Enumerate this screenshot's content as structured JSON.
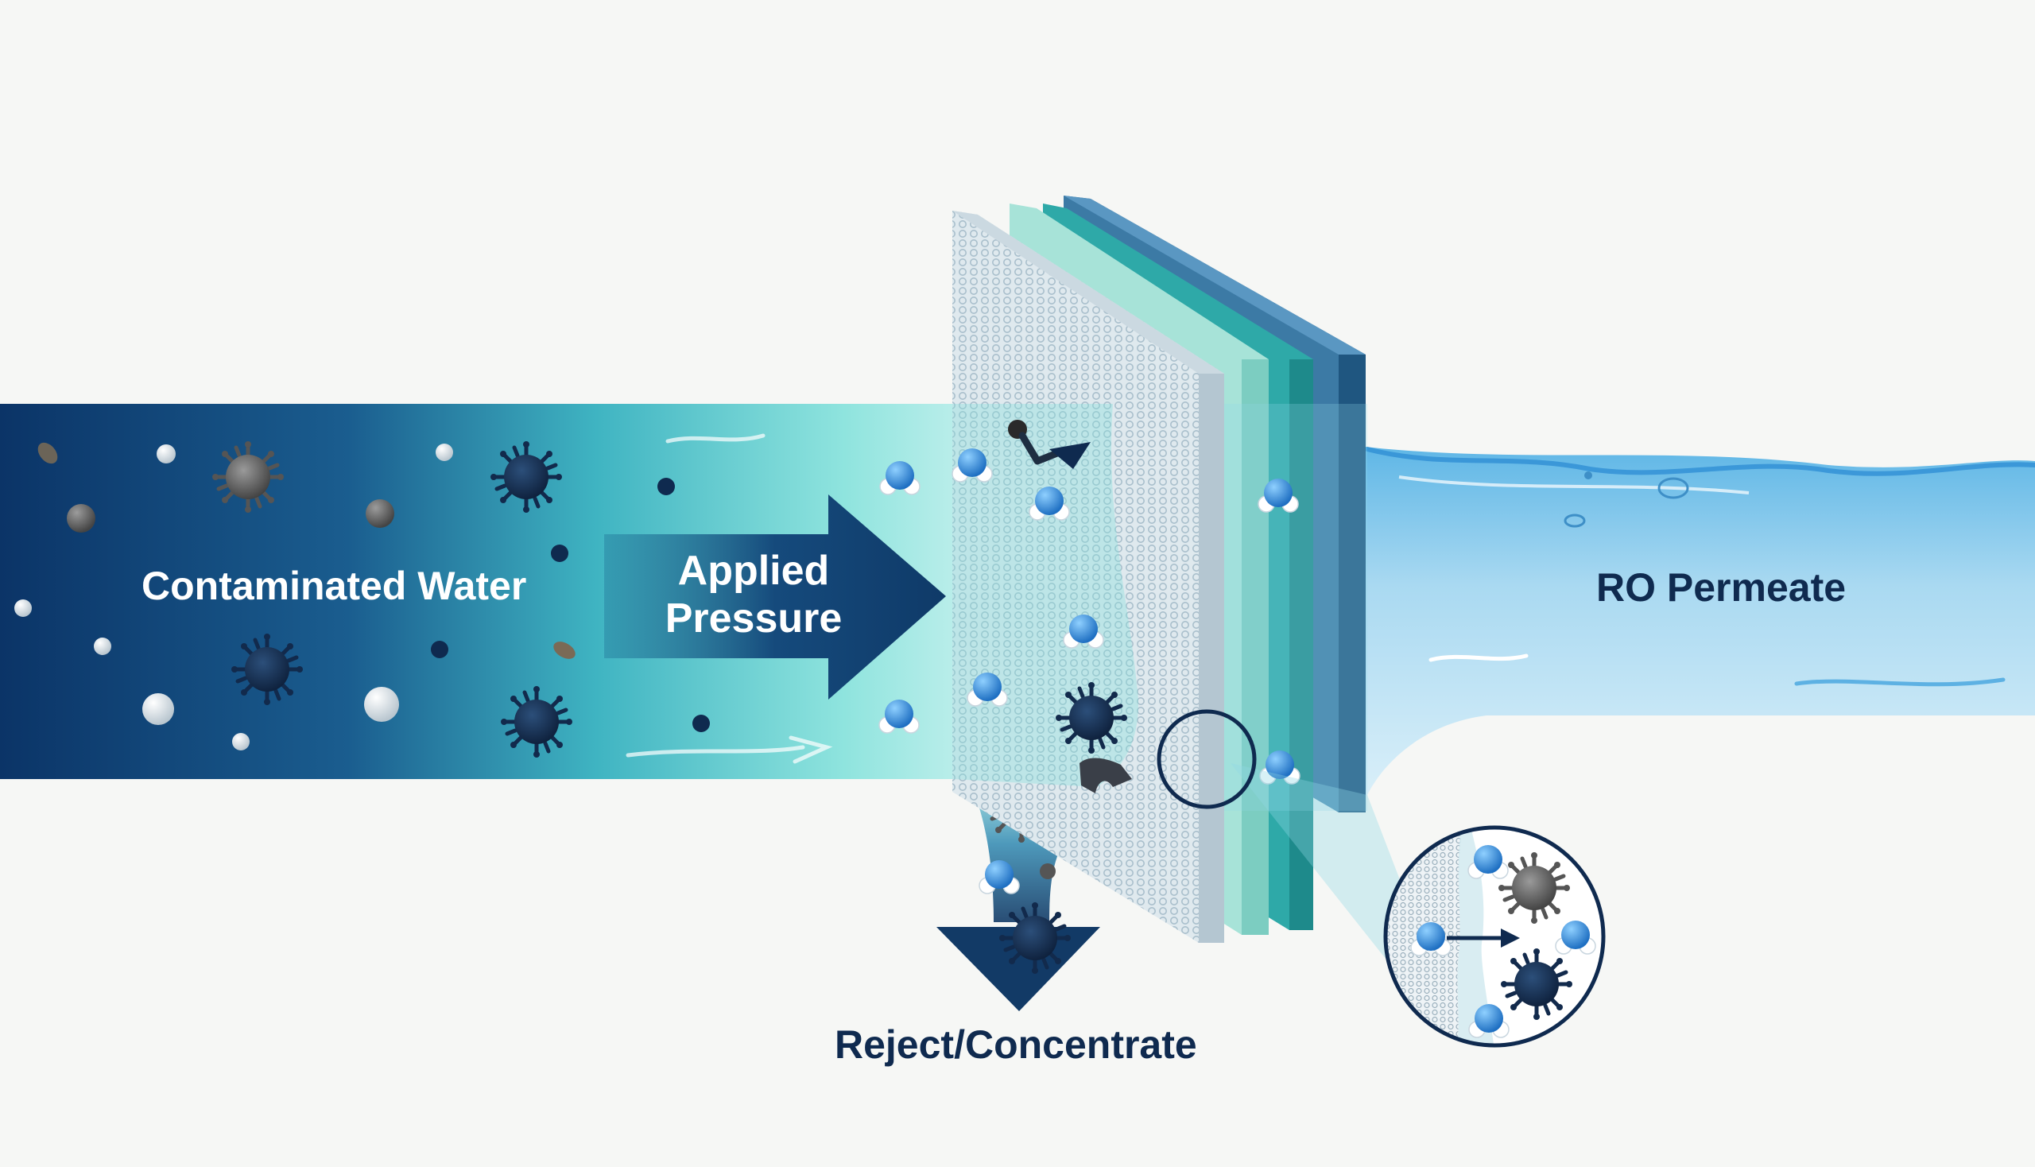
{
  "labels": {
    "contaminated_water": "Contaminated Water",
    "applied_pressure_line1": "Applied",
    "applied_pressure_line2": "Pressure",
    "ro_permeate": "RO Permeate",
    "reject_concentrate": "Reject/Concentrate"
  },
  "colors": {
    "background": "#f6f7f5",
    "feed_dark_blue": "#0d3a6e",
    "feed_teal": "#5ed6cc",
    "permeate_light_blue": "#9bd0ee",
    "arrow_navy": "#123a66",
    "membrane_dark_layer": "#2f6f98",
    "membrane_teal_layer": "#3fb8b0",
    "label_dark": "#0f2a4f"
  },
  "icons": [
    "virus-icon",
    "water-molecule-icon",
    "particle-icon",
    "membrane-layers-icon",
    "magnifier-inset-icon"
  ]
}
